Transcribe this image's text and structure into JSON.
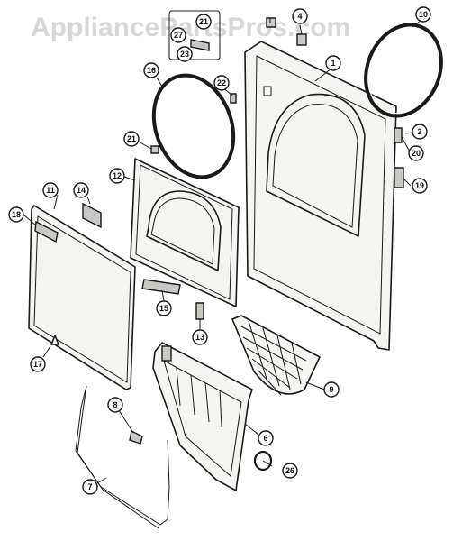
{
  "watermark": "AppliancePartsPros.com",
  "callouts": [
    "1",
    "2",
    "4",
    "6",
    "7",
    "8",
    "9",
    "10",
    "11",
    "12",
    "13",
    "14",
    "15",
    "16",
    "17",
    "18",
    "19",
    "20",
    "21",
    "21",
    "22",
    "23",
    "26",
    "27"
  ]
}
